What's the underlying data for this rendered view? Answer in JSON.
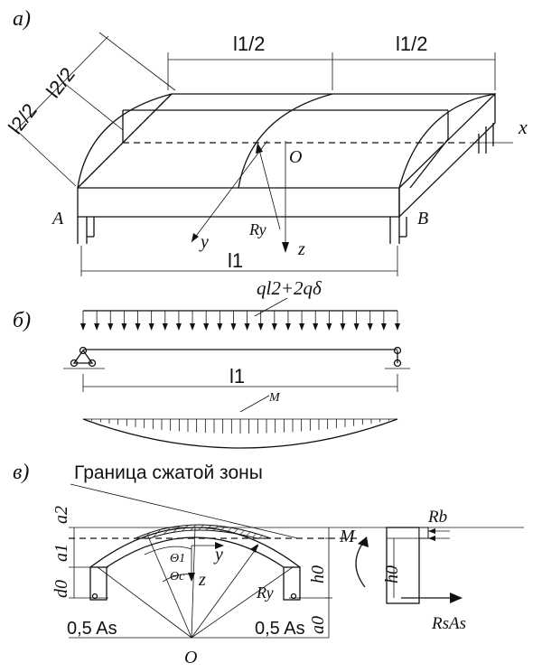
{
  "labels": {
    "part_a": "a)",
    "part_b": "б)",
    "part_c": "в)",
    "l2_half_1": "l2/2",
    "l2_half_2": "l2/2",
    "l1_half_1": "l1/2",
    "l1_half_2": "l1/2",
    "x": "x",
    "O_a": "O",
    "A": "A",
    "B": "B",
    "y_a": "y",
    "Ry_a": "Ry",
    "z_a": "z",
    "l1_a": "l1",
    "load": "ql2+2qδ",
    "l1_b": "l1",
    "M_b": "M",
    "compressed_zone": "Граница сжатой зоны",
    "a2": "a2",
    "d0": "d0",
    "a1": "a1",
    "theta1": "Θ1",
    "y_c": "y",
    "thetac": "Θc",
    "z_c": "z",
    "Ry_c": "Ry",
    "h0_1": "h0",
    "a0": "a0",
    "As_left": "0,5 As",
    "As_right": "0,5 As",
    "O_c": "O",
    "M_c": "M",
    "Rb": "Rb",
    "h0_2": "h0",
    "RsAs": "RsAs"
  }
}
